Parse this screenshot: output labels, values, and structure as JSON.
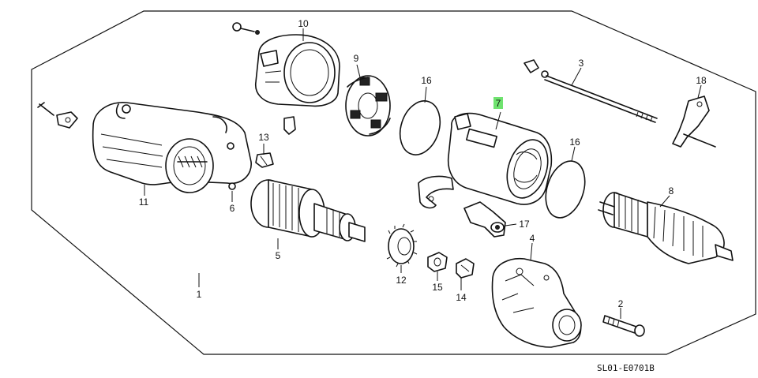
{
  "diagram": {
    "reference_code": "SL01-E0701B",
    "highlight_color": "#6fe36f",
    "callouts": {
      "p1": "1",
      "p2": "2",
      "p3": "3",
      "p4": "4",
      "p5": "5",
      "p6": "6",
      "p7": "7",
      "p8": "8",
      "p9": "9",
      "p10": "10",
      "p11": "11",
      "p12": "12",
      "p13": "13",
      "p14": "14",
      "p15": "15",
      "p16a": "16",
      "p16b": "16",
      "p17": "17",
      "p18": "18"
    },
    "highlighted_callout": "7"
  }
}
